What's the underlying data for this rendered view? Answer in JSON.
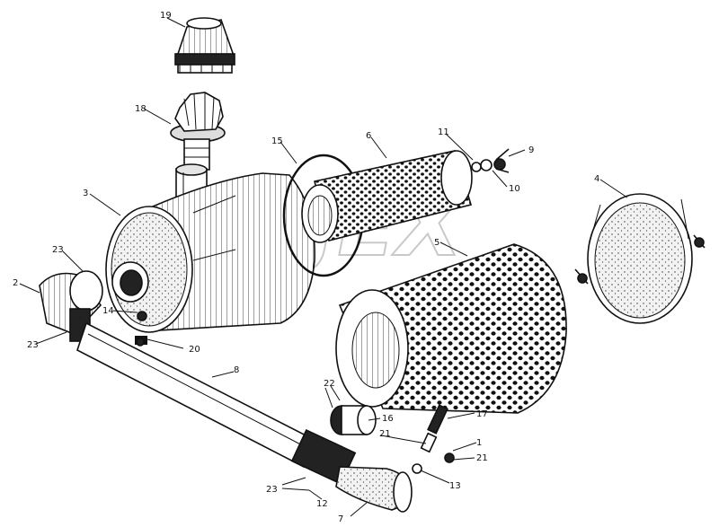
{
  "watermark": "OJEX",
  "callouts": [
    {
      "id": "c1",
      "text": "1"
    },
    {
      "id": "c2",
      "text": "2"
    },
    {
      "id": "c3",
      "text": "3"
    },
    {
      "id": "c4",
      "text": "4"
    },
    {
      "id": "c5",
      "text": "5"
    },
    {
      "id": "c6",
      "text": "6"
    },
    {
      "id": "c7",
      "text": "7"
    },
    {
      "id": "c8",
      "text": "8"
    },
    {
      "id": "c9",
      "text": "9"
    },
    {
      "id": "c10",
      "text": "10"
    },
    {
      "id": "c11",
      "text": "11"
    },
    {
      "id": "c12",
      "text": "12"
    },
    {
      "id": "c13",
      "text": "13"
    },
    {
      "id": "c14",
      "text": "14"
    },
    {
      "id": "c15",
      "text": "15"
    },
    {
      "id": "c16",
      "text": "16"
    },
    {
      "id": "c17",
      "text": "17"
    },
    {
      "id": "c18",
      "text": "18"
    },
    {
      "id": "c19",
      "text": "19"
    },
    {
      "id": "c20",
      "text": "20"
    },
    {
      "id": "c21a",
      "text": "21"
    },
    {
      "id": "c21b",
      "text": "21"
    },
    {
      "id": "c22",
      "text": "22"
    },
    {
      "id": "c23a",
      "text": "23"
    },
    {
      "id": "c23b",
      "text": "23"
    },
    {
      "id": "c23c",
      "text": "23"
    }
  ]
}
